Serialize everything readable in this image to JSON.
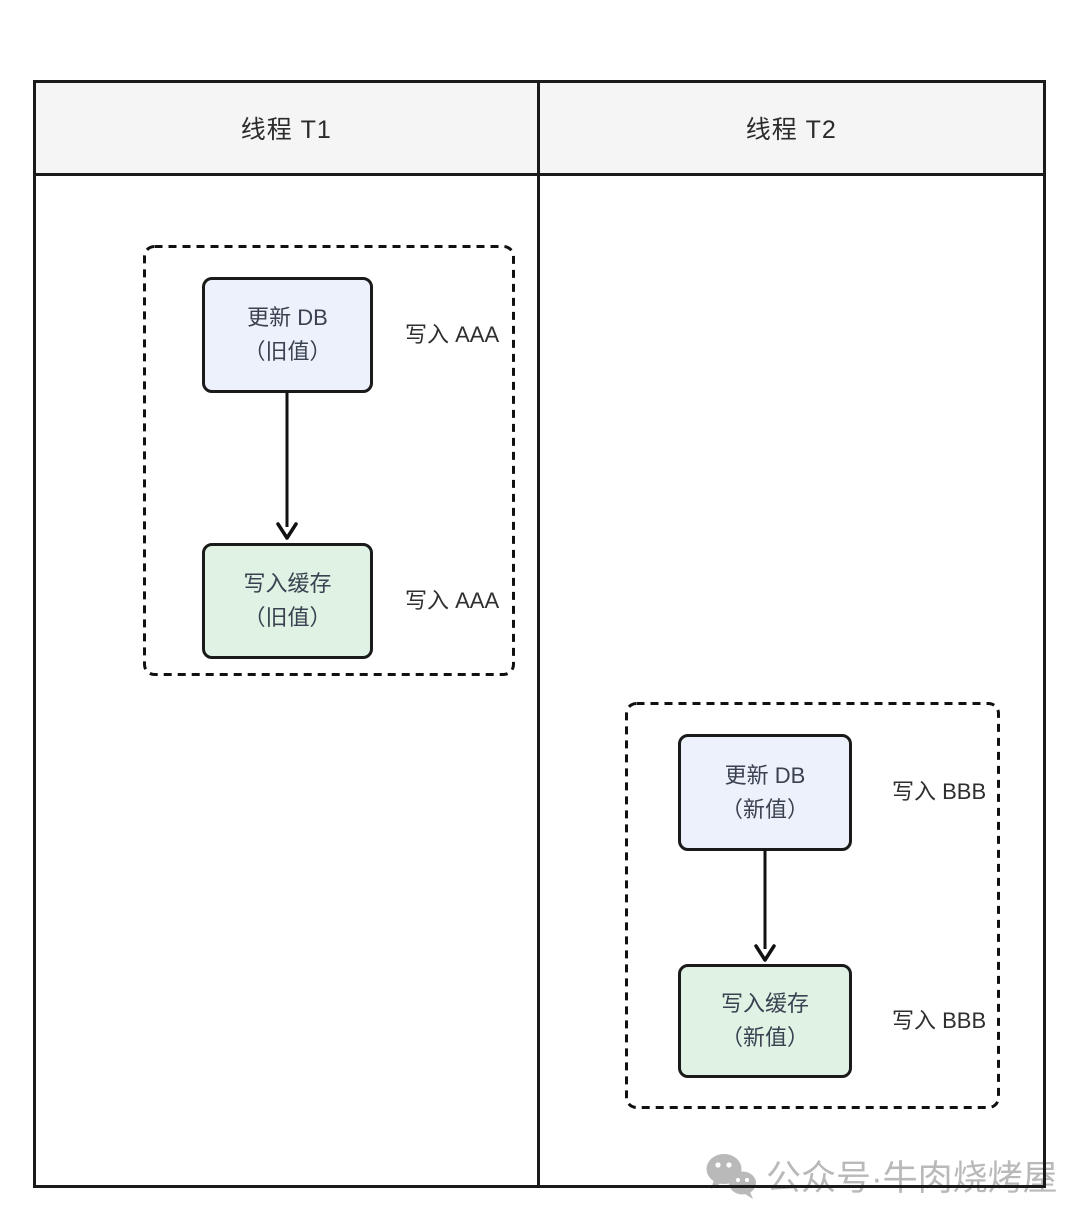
{
  "header": {
    "t1": "线程 T1",
    "t2": "线程 T2"
  },
  "t1": {
    "step1": {
      "line1": "更新 DB",
      "line2": "（旧值）",
      "side_label": "写入 AAA"
    },
    "step2": {
      "line1": "写入缓存",
      "line2": "（旧值）",
      "side_label": "写入 AAA"
    }
  },
  "t2": {
    "step1": {
      "line1": "更新 DB",
      "line2": "（新值）",
      "side_label": "写入 BBB"
    },
    "step2": {
      "line1": "写入缓存",
      "line2": "（新值）",
      "side_label": "写入 BBB"
    }
  },
  "watermark": {
    "icon": "wechat-icon",
    "text": "公众号·牛肉烧烤屋"
  },
  "colors": {
    "table_border": "#1a1a1a",
    "header_bg": "#f5f5f5",
    "db_box_fill": "#edf1fb",
    "cache_box_fill": "#dff2e4",
    "box_text": "#3a4150",
    "watermark_gray": "#b9b9b9"
  }
}
